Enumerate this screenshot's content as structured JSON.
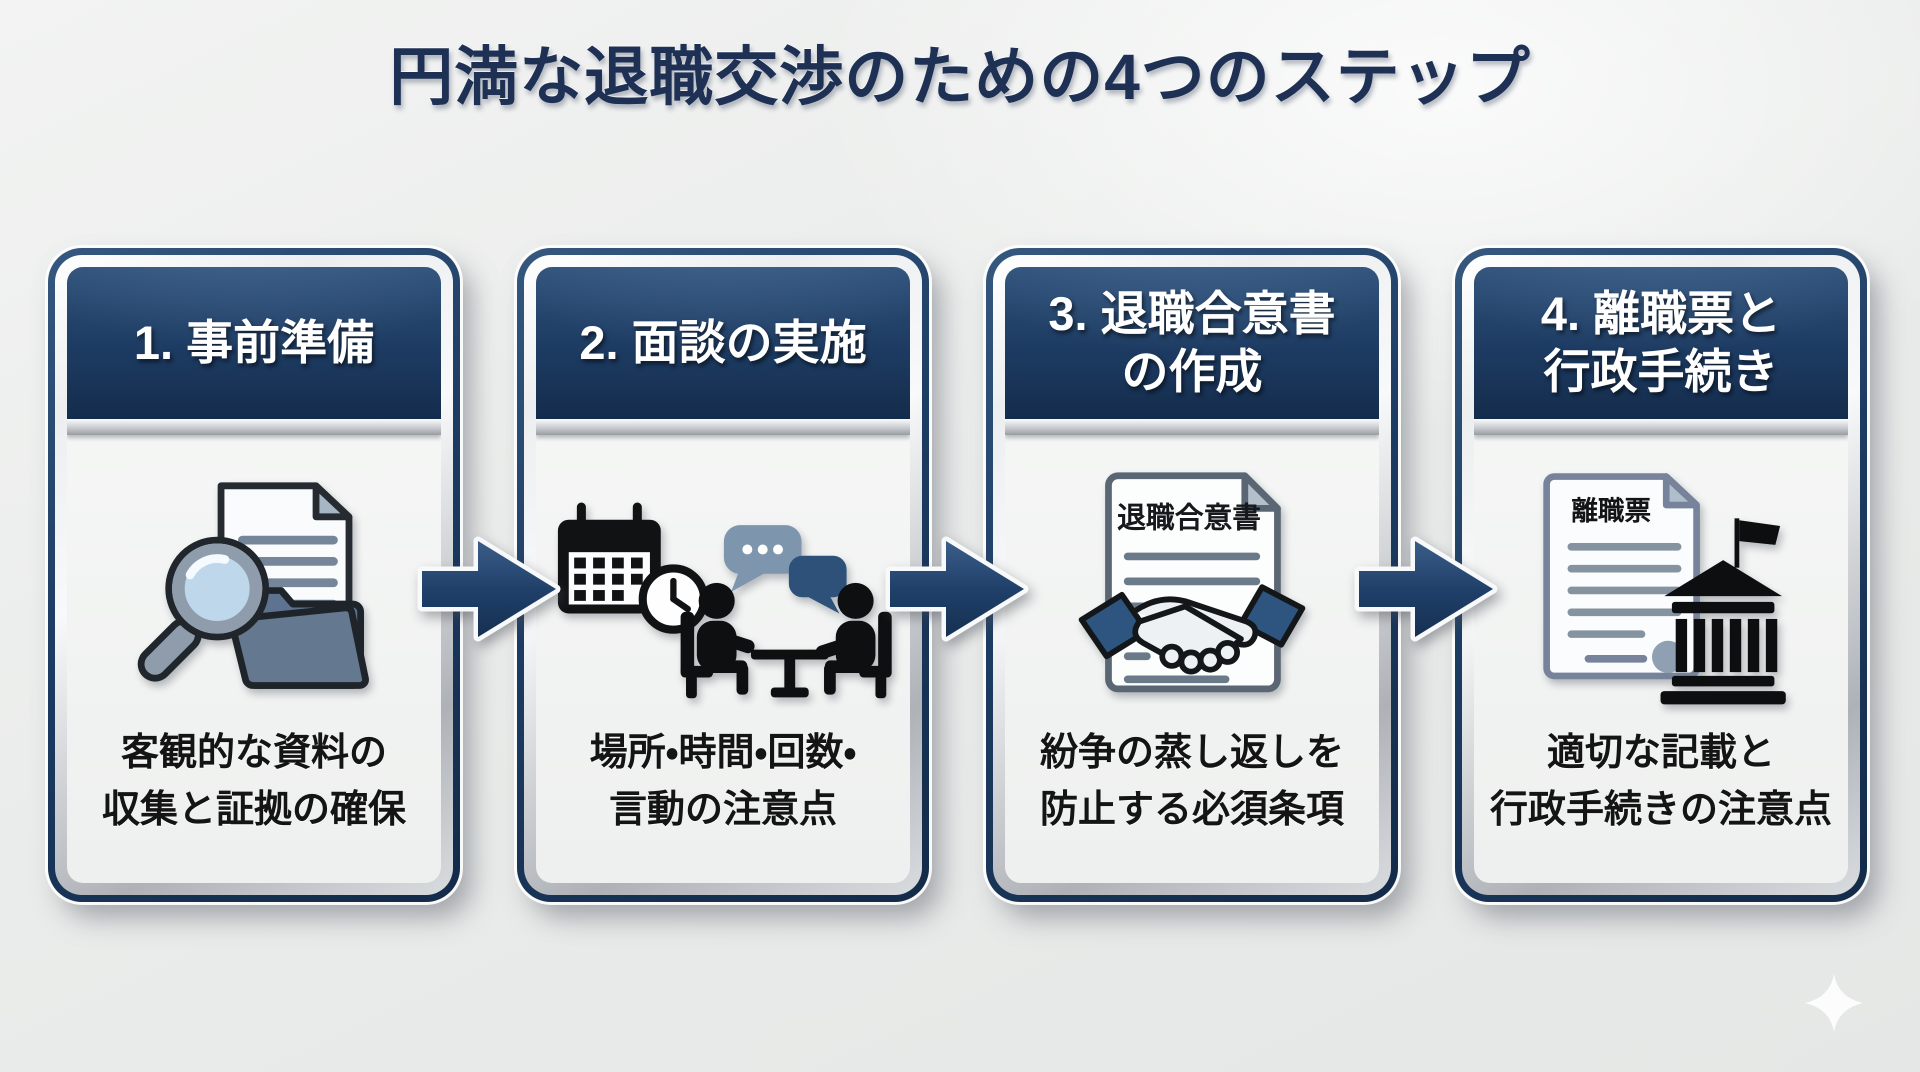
{
  "title": "円満な退職交渉のための4つのステップ",
  "steps": [
    {
      "header_line1": "1. 事前準備",
      "header_line2": "",
      "body_line1": "客観的な資料の",
      "body_line2": "収集と証拠の確保",
      "icon": "magnifier-document-folder-icon"
    },
    {
      "header_line1": "2. 面談の実施",
      "header_line2": "",
      "body_line1": "場所・時間・回数・",
      "body_line2": "言動の注意点",
      "icon": "calendar-clock-meeting-icon"
    },
    {
      "header_line1": "3. 退職合意書",
      "header_line2": "の作成",
      "body_line1": "紛争の蒸し返しを",
      "body_line2": "防止する必須条項",
      "icon": "agreement-document-handshake-icon",
      "document_label": "退職合意書"
    },
    {
      "header_line1": "4. 離職票と",
      "header_line2": "行政手続き",
      "body_line1": "適切な記載と",
      "body_line2": "行政手続きの注意点",
      "icon": "separation-certificate-government-icon",
      "document_label": "離職票"
    }
  ],
  "colors": {
    "title_text": "#1e3154",
    "card_frame_navy": "#1d3c63",
    "header_gradient_top": "#2e5078",
    "header_gradient_bottom": "#142c4c",
    "header_text": "#ffffff",
    "body_text": "#141414",
    "arrow_fill": "#1e3c64",
    "arrow_outline": "#f8f9fa",
    "background": "#ebedec",
    "icon_slate_blue": "#5d7390",
    "icon_navy_sleeve": "#2d5580",
    "icon_lens_blue": "#c6dcec",
    "speech_bubble_light": "#7e96ad",
    "speech_bubble_dark": "#2e5179"
  }
}
